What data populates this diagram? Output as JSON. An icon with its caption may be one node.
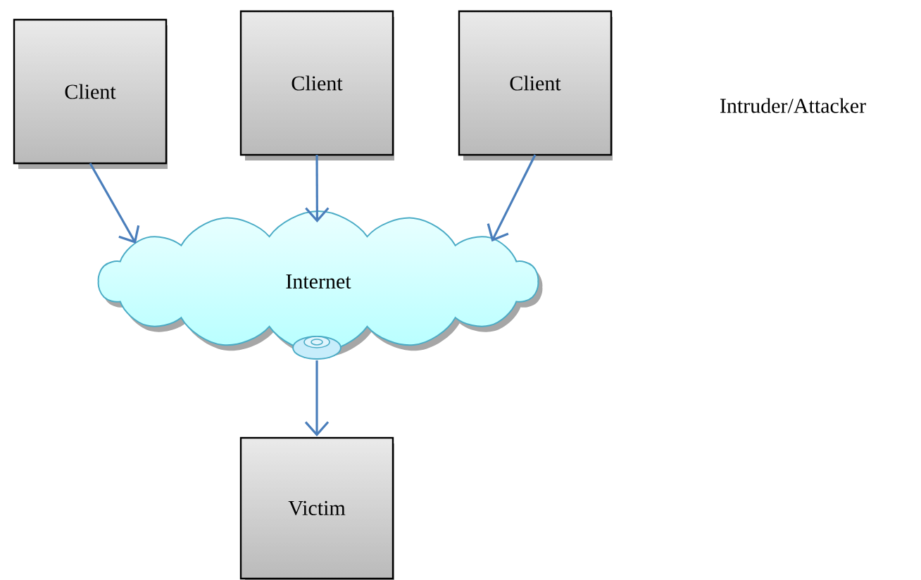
{
  "diagram": {
    "nodes": [
      {
        "text": [
          "Client"
        ]
      },
      {
        "text": [
          "Client"
        ]
      },
      {
        "text": [
          "Client"
        ]
      },
      {
        "text": [
          "Internet"
        ]
      },
      {
        "text": [
          "Victim"
        ]
      }
    ],
    "edges": [
      {
        "from": 0,
        "to": 3,
        "arrow": "to"
      },
      {
        "from": 1,
        "to": 3,
        "arrow": "to"
      },
      {
        "from": 2,
        "to": 3,
        "arrow": "to"
      },
      {
        "from": 3,
        "to": 4,
        "arrow": "to"
      }
    ],
    "labels": [
      "Intruder/Attacker"
    ]
  }
}
